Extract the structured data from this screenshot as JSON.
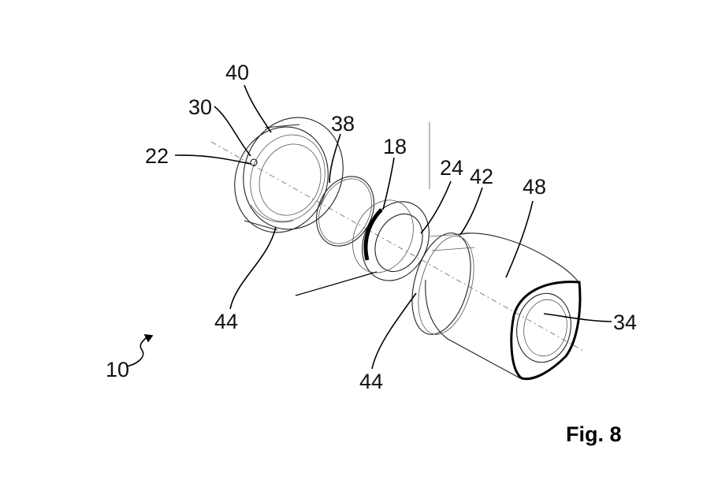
{
  "figure": {
    "caption": "Fig. 8",
    "labels": {
      "ref_40": "40",
      "ref_30": "30",
      "ref_38": "38",
      "ref_22": "22",
      "ref_18": "18",
      "ref_24": "24",
      "ref_42": "42",
      "ref_48": "48",
      "ref_44_left": "44",
      "ref_44_right": "44",
      "ref_34": "34",
      "ref_10": "10"
    }
  }
}
